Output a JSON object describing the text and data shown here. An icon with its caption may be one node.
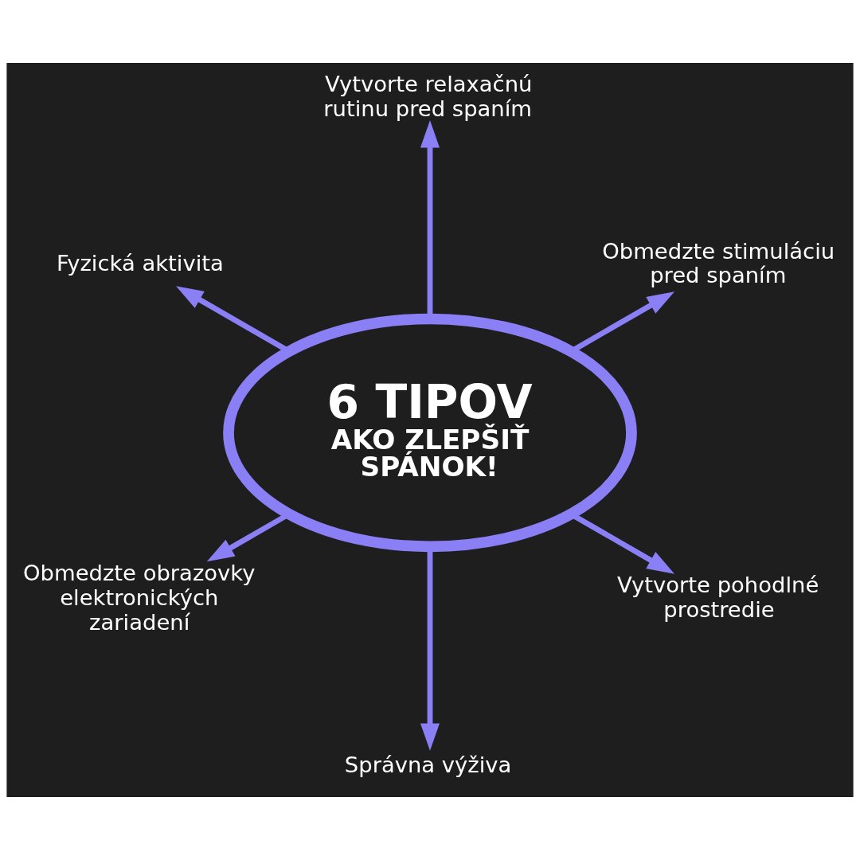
{
  "diagram": {
    "nodes": [
      {
        "text": [
          "6 TIPOV",
          "AKO ZLEPŠIŤ SPÁNOK!"
        ]
      },
      {
        "text": [
          "Obmedzte stimuláciu pred spaním"
        ]
      },
      {
        "text": [
          "Vytvorte relaxačnú rutinu pred spaním"
        ]
      },
      {
        "text": [
          "Fyzická aktivita"
        ]
      },
      {
        "text": [
          "Obmedzte obrazovky elektronických zariadení"
        ]
      },
      {
        "text": [
          "Správna výživa"
        ]
      },
      {
        "text": [
          "Vytvorte pohodlné prostredie"
        ]
      }
    ],
    "edges": [
      {
        "from": 0,
        "to": 1,
        "arrow": "to"
      },
      {
        "from": 0,
        "to": 2,
        "arrow": "to"
      },
      {
        "from": 0,
        "to": 3,
        "arrow": "to"
      },
      {
        "from": 0,
        "to": 4,
        "arrow": "to"
      },
      {
        "from": 0,
        "to": 5,
        "arrow": "to"
      },
      {
        "from": 0,
        "to": 6,
        "arrow": "to"
      }
    ]
  }
}
